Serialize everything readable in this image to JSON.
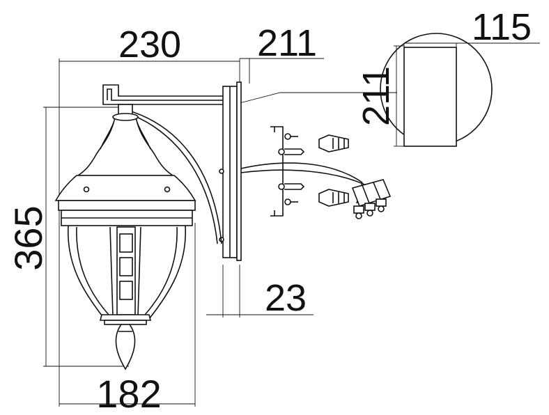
{
  "drawing": {
    "dimensions": {
      "arm_length": "230",
      "plate_height": "211",
      "detail_width": "115",
      "detail_height": "211",
      "overall_height": "365",
      "lantern_width": "182",
      "plate_depth": "23"
    }
  }
}
